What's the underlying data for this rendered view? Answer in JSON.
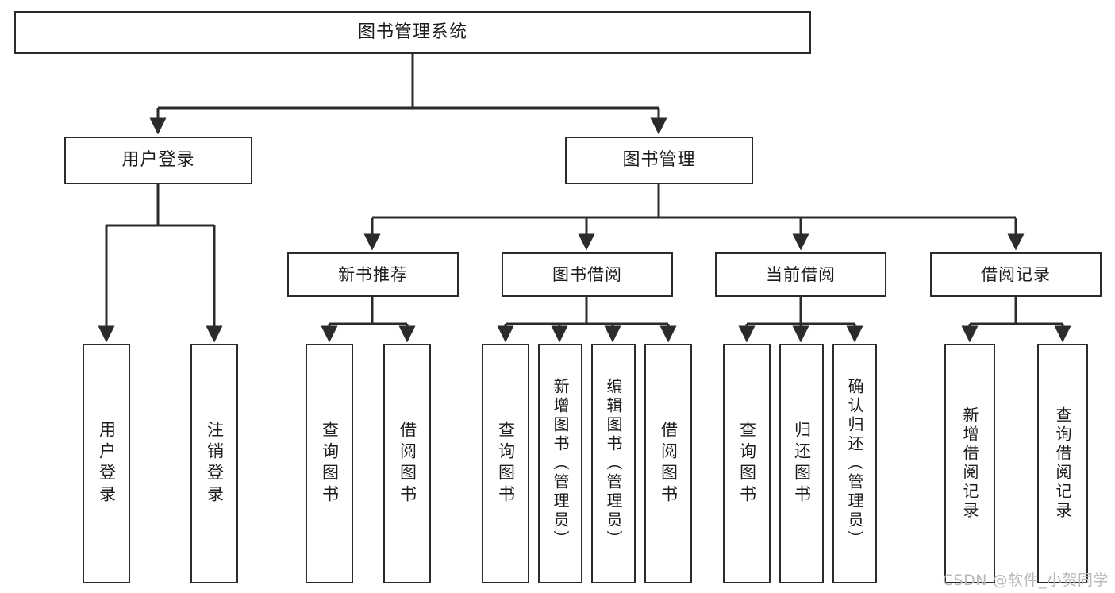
{
  "diagram": {
    "type": "hierarchy-tree",
    "title": "图书管理系统",
    "watermark": "CSDN @软件_小贺同学",
    "colors": {
      "box_border": "#2b2b2b",
      "box_fill": "#ffffff",
      "connector": "#2b2b2b",
      "text": "#1c1c1c",
      "watermark": "#b9b9b9"
    },
    "levels": {
      "root": {
        "label": "图书管理系统"
      },
      "level2": [
        {
          "id": "user-login",
          "label": "用户登录"
        },
        {
          "id": "book-manage",
          "label": "图书管理"
        }
      ],
      "level3": [
        {
          "id": "new-book-recommend",
          "label": "新书推荐",
          "parent": "book-manage"
        },
        {
          "id": "book-borrow",
          "label": "图书借阅",
          "parent": "book-manage"
        },
        {
          "id": "current-borrow",
          "label": "当前借阅",
          "parent": "book-manage"
        },
        {
          "id": "borrow-record",
          "label": "借阅记录",
          "parent": "book-manage"
        }
      ],
      "leaves": [
        {
          "id": "leaf-user-login",
          "label": "用户登录",
          "parent": "user-login"
        },
        {
          "id": "leaf-logout",
          "label": "注销登录",
          "parent": "user-login"
        },
        {
          "id": "leaf-query-book-1",
          "label": "查询图书",
          "parent": "new-book-recommend"
        },
        {
          "id": "leaf-borrow-book-1",
          "label": "借阅图书",
          "parent": "new-book-recommend"
        },
        {
          "id": "leaf-query-book-2",
          "label": "查询图书",
          "parent": "book-borrow"
        },
        {
          "id": "leaf-add-book",
          "label": "新增图书（管理员）",
          "parent": "book-borrow"
        },
        {
          "id": "leaf-edit-book",
          "label": "编辑图书（管理员）",
          "parent": "book-borrow"
        },
        {
          "id": "leaf-borrow-book-2",
          "label": "借阅图书",
          "parent": "book-borrow"
        },
        {
          "id": "leaf-query-book-3",
          "label": "查询图书",
          "parent": "current-borrow"
        },
        {
          "id": "leaf-return-book",
          "label": "归还图书",
          "parent": "current-borrow"
        },
        {
          "id": "leaf-confirm-return",
          "label": "确认归还（管理员）",
          "parent": "current-borrow"
        },
        {
          "id": "leaf-add-record",
          "label": "新增借阅记录",
          "parent": "borrow-record"
        },
        {
          "id": "leaf-query-record",
          "label": "查询借阅记录",
          "parent": "borrow-record"
        }
      ]
    }
  }
}
